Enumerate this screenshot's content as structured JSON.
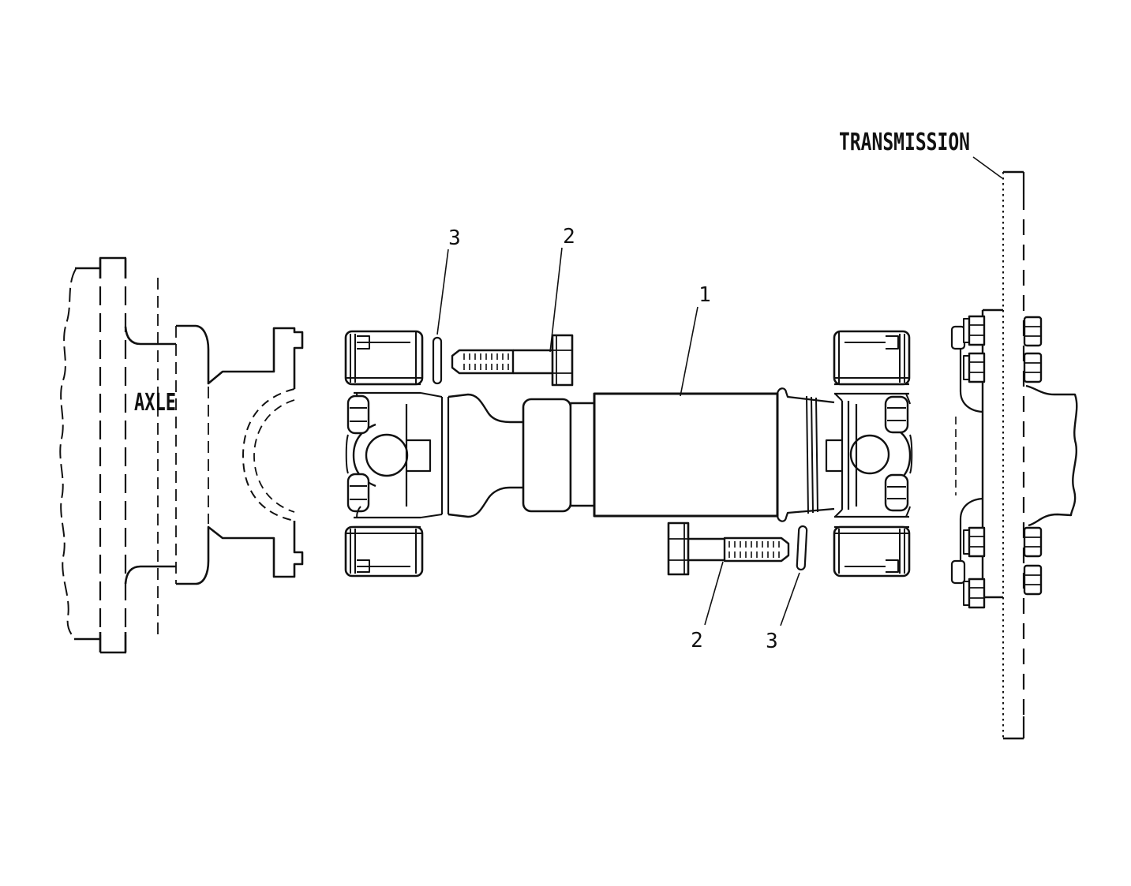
{
  "page": {
    "type": "exploded-parts-diagram",
    "background": "#ffffff",
    "ink": "#111111"
  },
  "labels": {
    "axle": "AXLE",
    "transmission": "TRANSMISSION"
  },
  "callouts": {
    "drive_shaft": "1",
    "bolt_upper": "2",
    "pin_upper": "3",
    "bolt_lower": "2",
    "pin_lower": "3"
  }
}
